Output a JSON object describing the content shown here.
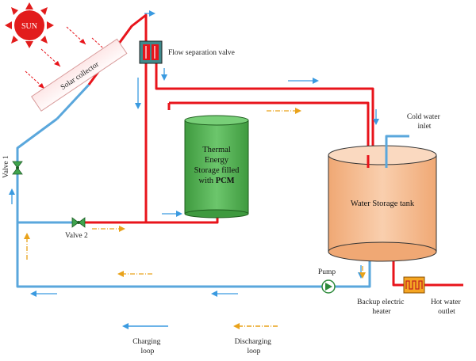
{
  "sun": {
    "label": "SUN",
    "color": "#e21c1c"
  },
  "labels": {
    "solar_collector": "Solar collector",
    "flow_valve": "Flow separation valve",
    "valve1": "Valve 1",
    "valve2": "Valve 2",
    "tes_line1": "Thermal",
    "tes_line2": "Energy",
    "tes_line3": "Storage filled",
    "tes_line4_prefix": "with",
    "tes_line4_bold": "PCM",
    "cold_water_line1": "Cold water",
    "cold_water_line2": "inlet",
    "tank": "Water Storage tank",
    "pump": "Pump",
    "heater_line1": "Backup electric",
    "heater_line2": "heater",
    "hot_water_line1": "Hot water",
    "hot_water_line2": "outlet"
  },
  "legend": {
    "charging_line1": "Charging",
    "charging_line2": "loop",
    "discharging_line1": "Discharging",
    "discharging_line2": "loop"
  },
  "colors": {
    "hot_pipe": "#e8141b",
    "cold_pipe": "#5aa7dc",
    "charging_arrow": "#3a9ae0",
    "discharging_arrow": "#e9a21a",
    "tes_fill": "#5cb85c",
    "tank_fill": "#f7c29c",
    "valve": "#3fa34d"
  }
}
